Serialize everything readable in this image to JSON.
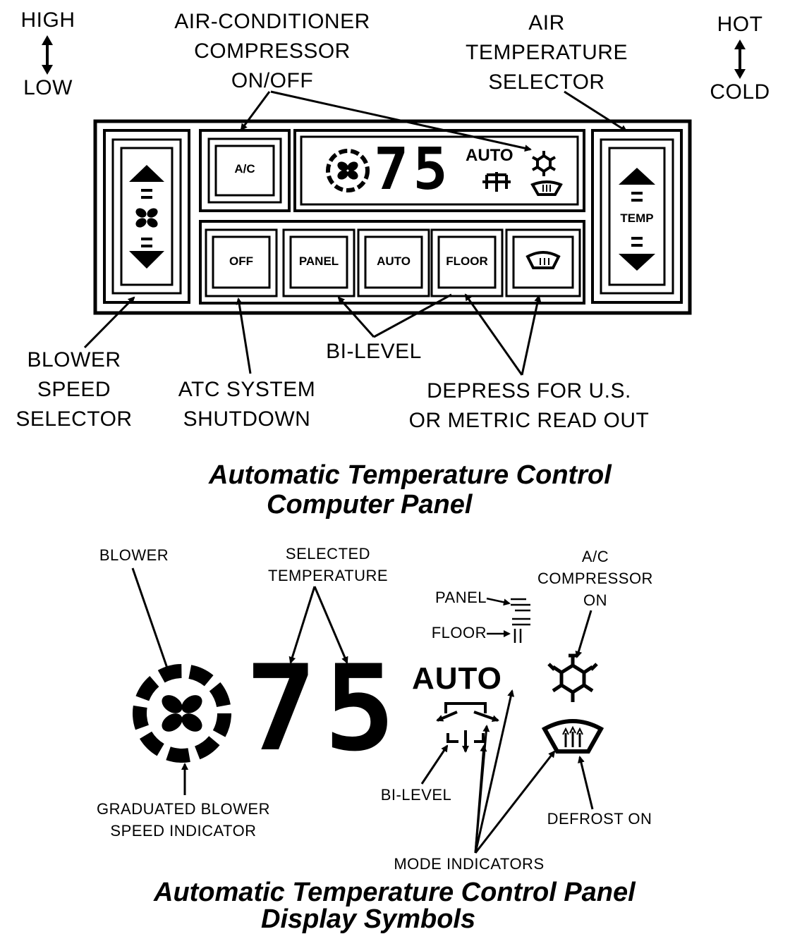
{
  "top_labels": {
    "high": "HIGH",
    "low": "LOW",
    "ac_line1": "AIR-CONDITIONER",
    "ac_line2": "COMPRESSOR",
    "ac_line3": "ON/OFF",
    "air_line1": "AIR",
    "air_line2": "TEMPERATURE",
    "air_line3": "SELECTOR",
    "hot": "HOT",
    "cold": "COLD"
  },
  "panel": {
    "ac_button": "A/C",
    "display_temp": "75",
    "display_auto": "AUTO",
    "buttons": [
      "OFF",
      "PANEL",
      "AUTO",
      "FLOOR"
    ],
    "temp_button": "TEMP"
  },
  "bottom_labels": {
    "blower_line1": "BLOWER",
    "blower_line2": "SPEED",
    "blower_line3": "SELECTOR",
    "bilevel": "BI-LEVEL",
    "atc_line1": "ATC SYSTEM",
    "atc_line2": "SHUTDOWN",
    "depress_line1": "DEPRESS FOR U.S.",
    "depress_line2": "OR METRIC READ OUT"
  },
  "title1_line1": "Automatic Temperature Control",
  "title1_line2": "Computer Panel",
  "symbols": {
    "blower": "BLOWER",
    "selected_line1": "SELECTED",
    "selected_line2": "TEMPERATURE",
    "panel": "PANEL",
    "floor": "FLOOR",
    "ac_line1": "A/C",
    "ac_line2": "COMPRESSOR",
    "ac_line3": "ON",
    "auto": "AUTO",
    "temp": "75",
    "graduated_line1": "GRADUATED BLOWER",
    "graduated_line2": "SPEED INDICATOR",
    "bilevel": "BI-LEVEL",
    "defrost": "DEFROST ON",
    "mode": "MODE INDICATORS"
  },
  "title2_line1": "Automatic Temperature Control Panel",
  "title2_line2": "Display Symbols"
}
